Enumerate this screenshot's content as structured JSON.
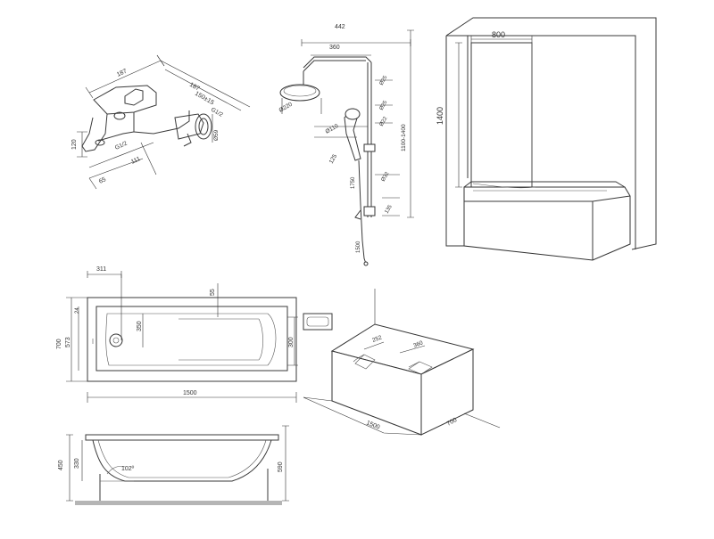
{
  "mixer": {
    "width_top": "187",
    "d1": "187",
    "d2": "150±15",
    "conn": "G1/2",
    "height": "120",
    "spout": "G1/2",
    "depth": "111",
    "base": "65",
    "diam": "Ø59"
  },
  "shower_set": {
    "width_total": "442",
    "arm_length": "360",
    "head_diam": "Ø220",
    "hand_diam": "Ø110",
    "dim_a": "Ø25",
    "dim_b": "Ø25",
    "dim_c": "Ø22",
    "dim_d": "125",
    "hose": "1750",
    "height_range": "1100-1400",
    "hole": "Ø32",
    "lower": "135",
    "slide": "1500"
  },
  "screen": {
    "width": "800",
    "height": "1400"
  },
  "top_view": {
    "offset": "311",
    "rim": "55",
    "drain": "350",
    "width": "700",
    "inner_width": "573",
    "rim_small": "24",
    "inner_len": "300",
    "length": "1500"
  },
  "iso_view": {
    "a": "252",
    "b": "360",
    "length": "1500",
    "width": "700"
  },
  "side_view": {
    "height": "450",
    "inner_height": "330",
    "angle": "102º",
    "total": "590"
  }
}
